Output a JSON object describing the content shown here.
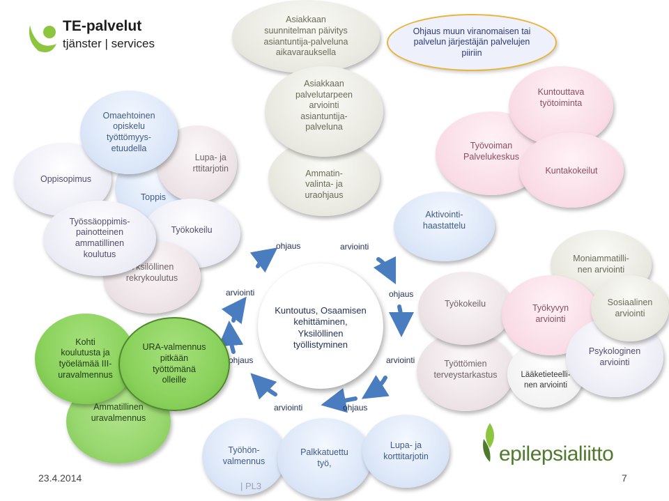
{
  "logo_te": {
    "brand": "TE-palvelut",
    "sub": "tjänster | services",
    "color": "#8cc63f"
  },
  "logo_epi": {
    "text": "epilepsialiitto",
    "color": "#4f7a2e"
  },
  "footer": {
    "date": "23.4.2014",
    "page": "7",
    "fragment": "|  PL3"
  },
  "top": {
    "planning": "Asiakkaan\nsuunnitelman päivitys\nasiantuntija-palveluna\naikavarauksella",
    "guidance": "Ohjaus muun viranomaisen tai\npalvelun järjestäjän palvelujen\npiiriin"
  },
  "row2": {
    "oppisopimus": "Oppisopimus",
    "toppis": "Toppis",
    "lupa_cut": "Lupa- ja\nrttitarjotin",
    "omaehtoinen": "Omaehtoinen\nopiskelu\ntyöttömyys-\netuudella",
    "arviointi_asiantuntija": "Asiakkaan\npalvelutarpeen\narviointi\nasiantuntija-\npalveluna",
    "ammatinvalinta": "Ammatin-\nvalinta- ja\nuraohjaus",
    "tyovoiman": "Työvoiman\nPalvelukeskus",
    "kuntouttava": "Kuntouttava\ntyötoiminta",
    "kuntakokeilut": "Kuntakokeilut"
  },
  "row3": {
    "tyossaoppimis": "Työssäoppimis-\npainotteinen\nammatillinen\nkoulutus",
    "tyokokeilu_l": "Työkokeilu",
    "rekry": "Yksilöllinen\nrekrykoulutus",
    "aktivointi": "Aktivointi-\nhaastattelu",
    "moniammatillinen": "Moniammatilli-\nnen arviointi"
  },
  "cycle": {
    "center": "Kuntoutus, Osaamisen\nkehittäminen,\nYksilöllinen\ntyöllistyminen",
    "labels": [
      "ohjaus",
      "arviointi",
      "ohjaus",
      "arviointi",
      "ohjaus",
      "arviointi",
      "ohjaus",
      "arviointi"
    ]
  },
  "left_green": {
    "kohti": "Kohti\nkoulutusta ja\ntyöelämää III-\nuravalmennus",
    "ura": "URA-valmennus\npitkään\ntyöttömänä\nolleille",
    "ammatillinen": "Ammatillinen\nuravalmennus"
  },
  "right": {
    "tyokokeilu_r": "Työkokeilu",
    "terveys": "Työttömien\nterveystarkastus",
    "tyokyvyn": "Työkyvyn\narviointi",
    "laake": "Lääketieteelli-\nnen arviointi",
    "sosiaalinen": "Sosiaalinen\narviointi",
    "psykologinen": "Psykologinen\narviointi"
  },
  "bottom": {
    "tyohon": "Työhön-\nvalmennus",
    "palkka": "Palkkatuettu\ntyö,",
    "lupa": "Lupa- ja\nkorttitarjotin"
  },
  "colors": {
    "arrow": "#4a7cc0",
    "green": "#8ad25c",
    "gray": "#e8e8e0",
    "pink": "#f9dbe5"
  }
}
